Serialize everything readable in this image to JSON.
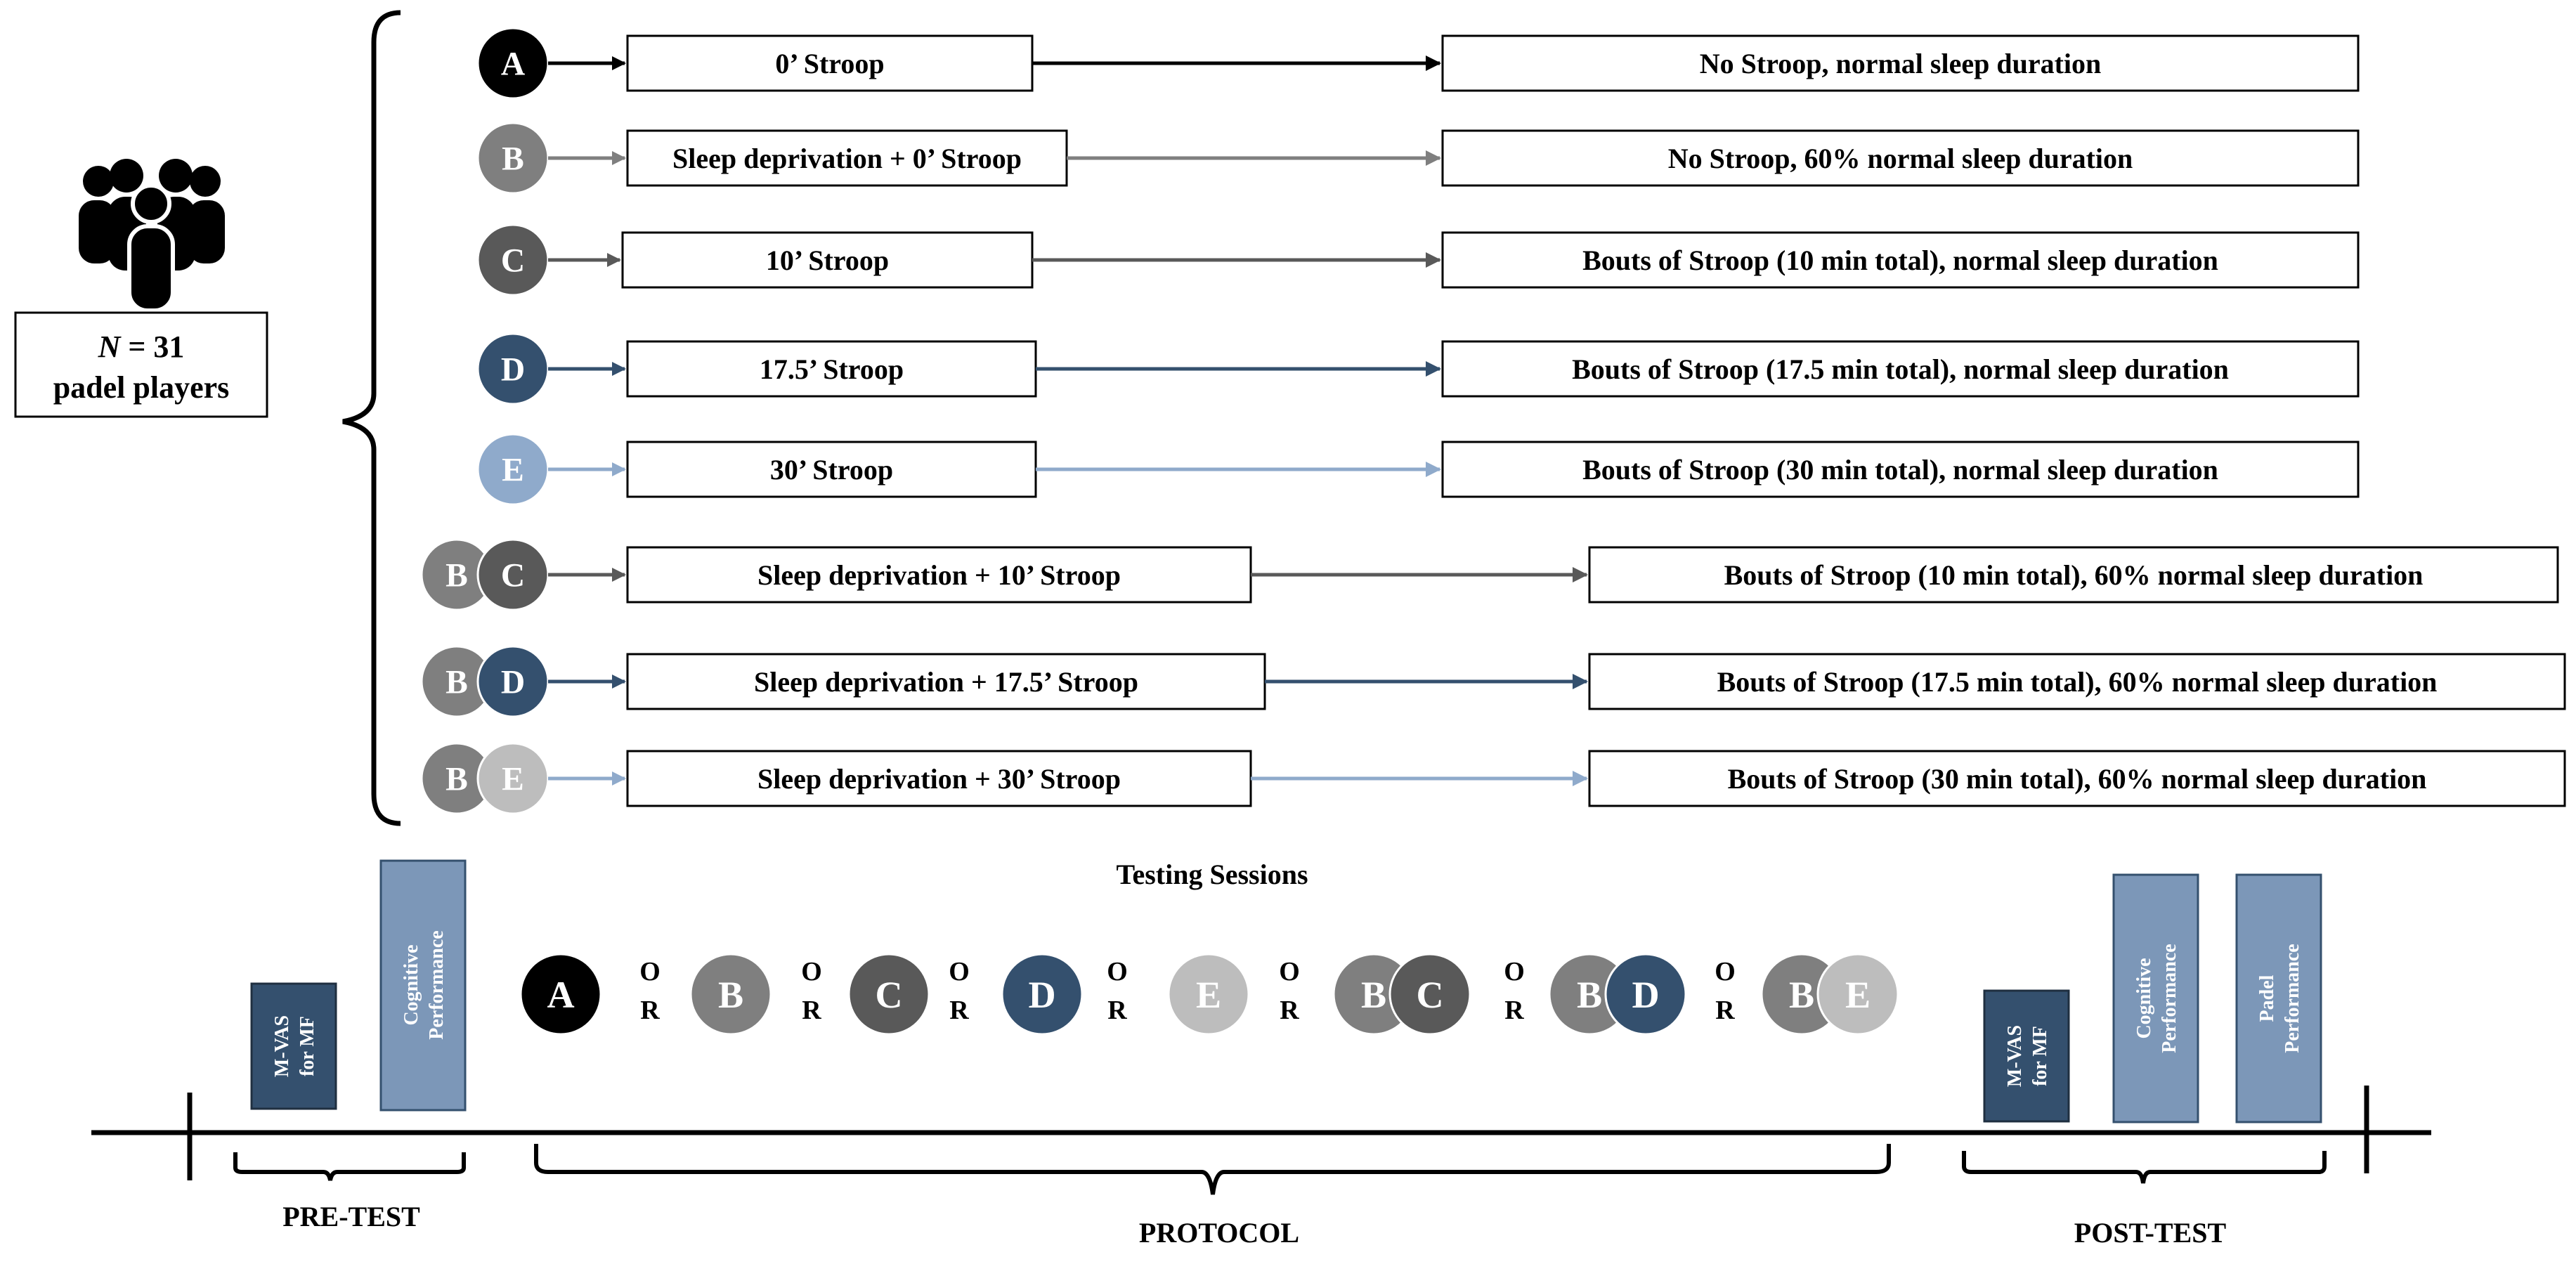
{
  "participants": {
    "n_label": "N",
    "n_value": " = 31",
    "group_label": "padel players"
  },
  "colors": {
    "A": "#000000",
    "B": "#7f7f7f",
    "C": "#595959",
    "D": "#34506e",
    "E": "#8faacb",
    "E_light": "#bdbdbd",
    "box_pre": "#34506e",
    "box_light": "#7c97b8",
    "line": "#000000"
  },
  "conditions": [
    {
      "circles": [
        "A"
      ],
      "protocol": "0’ Stroop",
      "description": "No Stroop, normal sleep duration"
    },
    {
      "circles": [
        "B"
      ],
      "protocol": "Sleep deprivation + 0’ Stroop",
      "description": "No Stroop, 60% normal sleep duration"
    },
    {
      "circles": [
        "C"
      ],
      "protocol": "10’ Stroop",
      "description": "Bouts of  Stroop (10 min total), normal sleep duration"
    },
    {
      "circles": [
        "D"
      ],
      "protocol": "17.5’ Stroop",
      "description": "Bouts of Stroop (17.5 min total), normal sleep duration"
    },
    {
      "circles": [
        "E"
      ],
      "protocol": "30’ Stroop",
      "description": "Bouts of Stroop (30 min total), normal sleep duration"
    },
    {
      "circles": [
        "B",
        "C"
      ],
      "protocol": "Sleep deprivation + 10’ Stroop",
      "description": "Bouts of Stroop (10 min total), 60% normal sleep duration"
    },
    {
      "circles": [
        "B",
        "D"
      ],
      "protocol": "Sleep deprivation + 17.5’ Stroop",
      "description": "Bouts of Stroop (17.5 min total), 60% normal sleep duration"
    },
    {
      "circles": [
        "B",
        "E"
      ],
      "protocol": "Sleep deprivation + 30’ Stroop",
      "description": "Bouts of Stroop (30 min total), 60% normal sleep duration"
    }
  ],
  "timeline": {
    "sessions_title": "Testing Sessions",
    "or_top": "O",
    "or_bottom": "R",
    "session_items": [
      [
        "A"
      ],
      [
        "B"
      ],
      [
        "C"
      ],
      [
        "D"
      ],
      [
        "E"
      ],
      [
        "B",
        "C"
      ],
      [
        "B",
        "D"
      ],
      [
        "B",
        "E"
      ]
    ],
    "pre_test": {
      "label": "PRE-TEST",
      "boxes": [
        {
          "line1": "M-VAS",
          "line2": "for MF"
        },
        {
          "line1": "Cognitive",
          "line2": "Performance"
        }
      ]
    },
    "protocol_label": "PROTOCOL",
    "post_test": {
      "label": "POST-TEST",
      "boxes": [
        {
          "line1": "M-VAS",
          "line2": "for MF"
        },
        {
          "line1": "Cognitive",
          "line2": "Performance"
        },
        {
          "line1": "Padel",
          "line2": "Performance"
        }
      ]
    }
  }
}
